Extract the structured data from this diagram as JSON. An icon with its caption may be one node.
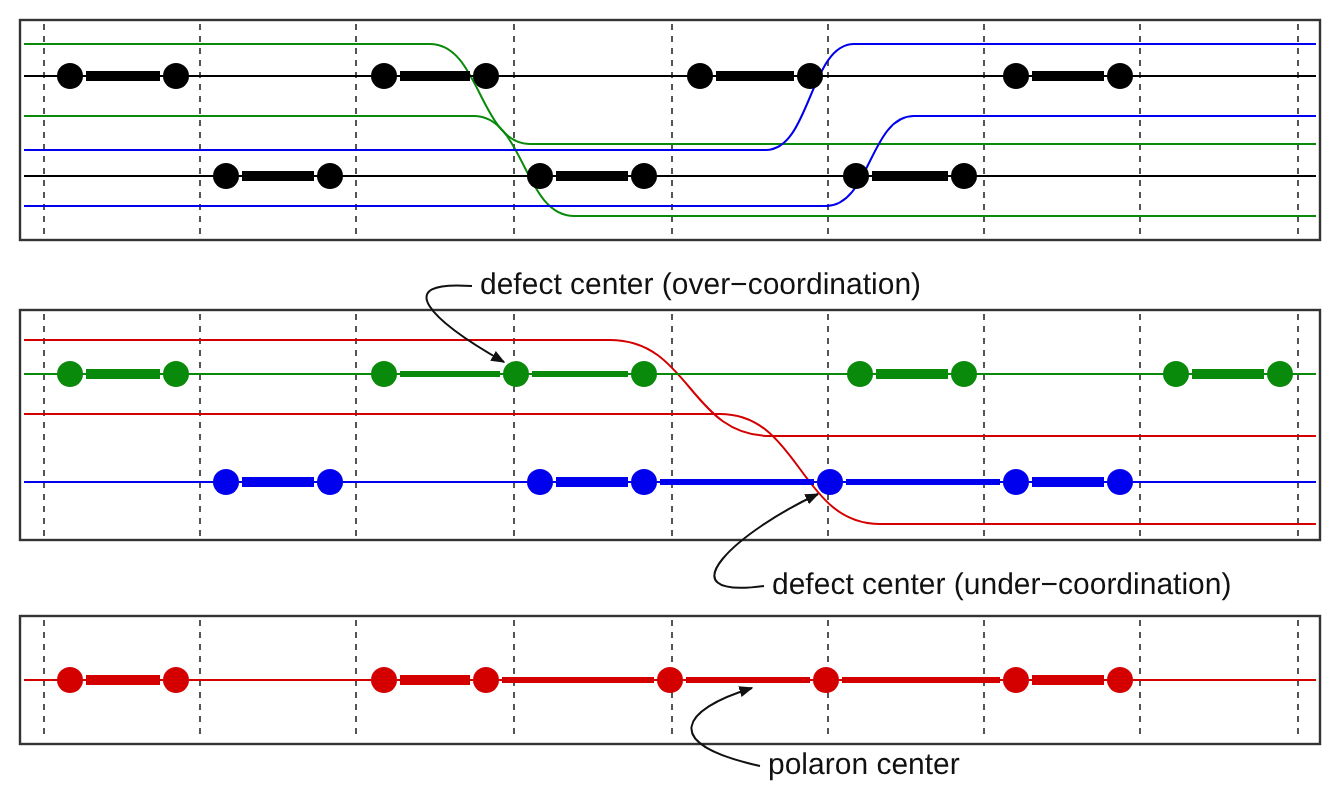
{
  "diagram": {
    "nodes": [
      {
        "text": [
          "defect center (over−coordination)"
        ]
      },
      {
        "text": [],
        "shape": "circle"
      },
      {
        "text": [
          "defect center (under−coordination)"
        ]
      },
      {
        "text": [],
        "shape": "circle"
      },
      {
        "text": [
          "polaron center"
        ]
      },
      {
        "text": [],
        "shape": "bar"
      }
    ],
    "edges": [
      {
        "from": 0,
        "to": 1,
        "arrow": "to"
      },
      {
        "from": 2,
        "to": 3,
        "arrow": "to"
      },
      {
        "from": 4,
        "to": 5,
        "arrow": "to"
      }
    ]
  }
}
